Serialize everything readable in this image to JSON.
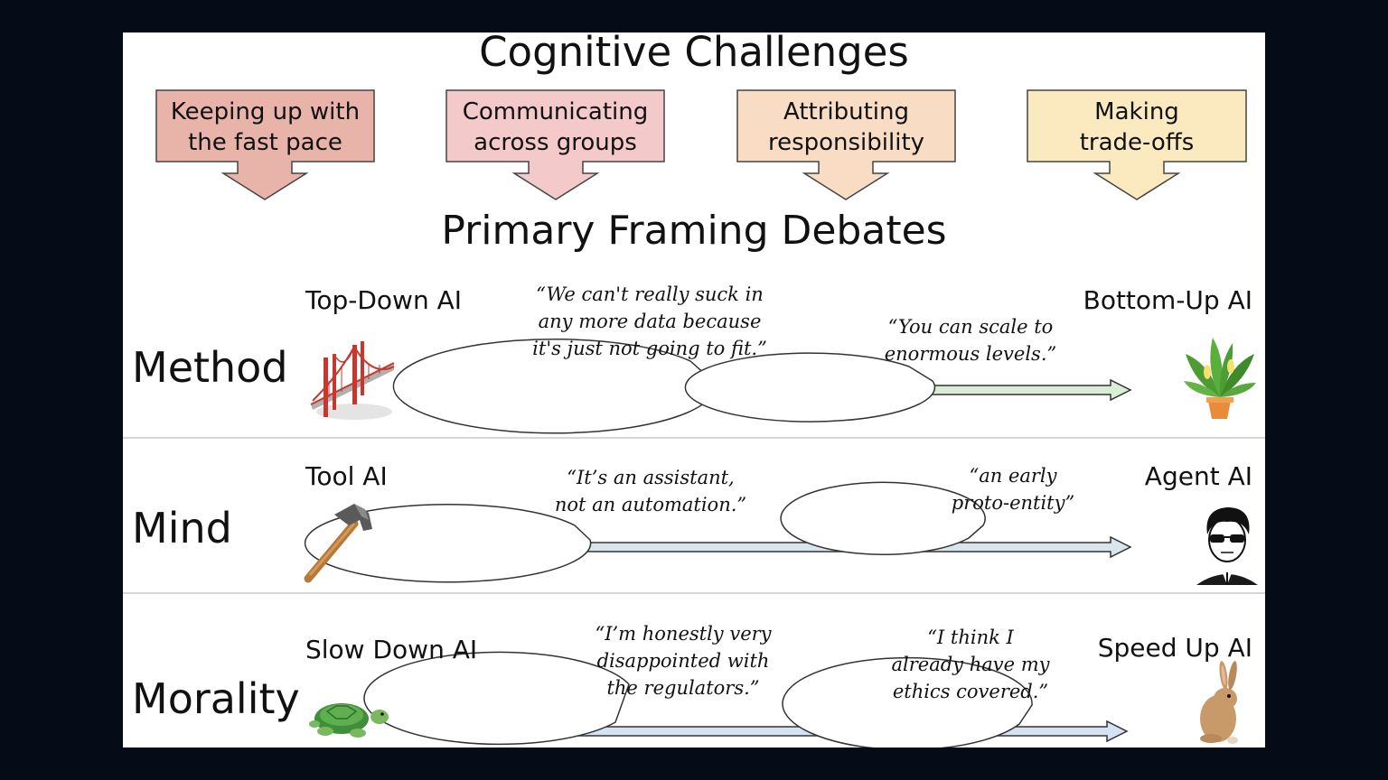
{
  "title": "Cognitive Challenges",
  "challenges": [
    {
      "line1": "Keeping up with",
      "line2": "the fast pace",
      "color": "#e8b4aa"
    },
    {
      "line1": "Communicating",
      "line2": "across groups",
      "color": "#f3c9c9"
    },
    {
      "line1": "Attributing",
      "line2": "responsibility",
      "color": "#f8dcc3"
    },
    {
      "line1": "Making",
      "line2": "trade-offs",
      "color": "#fbeac0"
    }
  ],
  "subtitle": "Primary Framing Debates",
  "debates": [
    {
      "topic": "Method",
      "left_label": "Top-Down AI",
      "right_label": "Bottom-Up AI",
      "left_icon": "golden-gate-bridge-icon",
      "right_icon": "potted-plant-icon",
      "arrow_color": "#d9ecd6",
      "quote_left": "“We can't really suck in any more data because it's just not going to fit.”",
      "quote_right": "“You can scale to enormous levels.”"
    },
    {
      "topic": "Mind",
      "left_label": "Tool AI",
      "right_label": "Agent AI",
      "left_icon": "hammer-icon",
      "right_icon": "agent-in-sunglasses-icon",
      "arrow_color": "#d6e6ec",
      "quote_left": "“It’s an assistant, not an automation.”",
      "quote_right": "“an early proto-entity”"
    },
    {
      "topic": "Morality",
      "left_label": "Slow Down AI",
      "right_label": "Speed Up AI",
      "left_icon": "turtle-icon",
      "right_icon": "rabbit-icon",
      "arrow_color": "#d4e2f2",
      "quote_left": "“I’m honestly very disappointed with the regulators.”",
      "quote_right": "“I think I already have my ethics covered.”"
    }
  ]
}
